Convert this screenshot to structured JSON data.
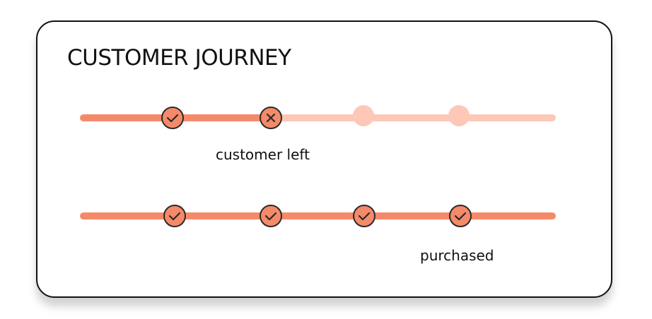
{
  "title": "CUSTOMER JOURNEY",
  "colors": {
    "track_active": "#F58A6A",
    "track_inactive": "#FDC8B8",
    "node_fill": "#F58A6A",
    "node_stroke": "#2A2A2A",
    "text": "#111111"
  },
  "journeys": [
    {
      "steps": [
        {
          "state": "done",
          "icon": "check-icon"
        },
        {
          "state": "failed",
          "icon": "x-icon"
        },
        {
          "state": "pending",
          "icon": ""
        },
        {
          "state": "pending",
          "icon": ""
        }
      ],
      "progress_step": 2,
      "label": "customer left"
    },
    {
      "steps": [
        {
          "state": "done",
          "icon": "check-icon"
        },
        {
          "state": "done",
          "icon": "check-icon"
        },
        {
          "state": "done",
          "icon": "check-icon"
        },
        {
          "state": "done",
          "icon": "check-icon"
        }
      ],
      "progress_step": 4,
      "label": "purchased"
    }
  ]
}
